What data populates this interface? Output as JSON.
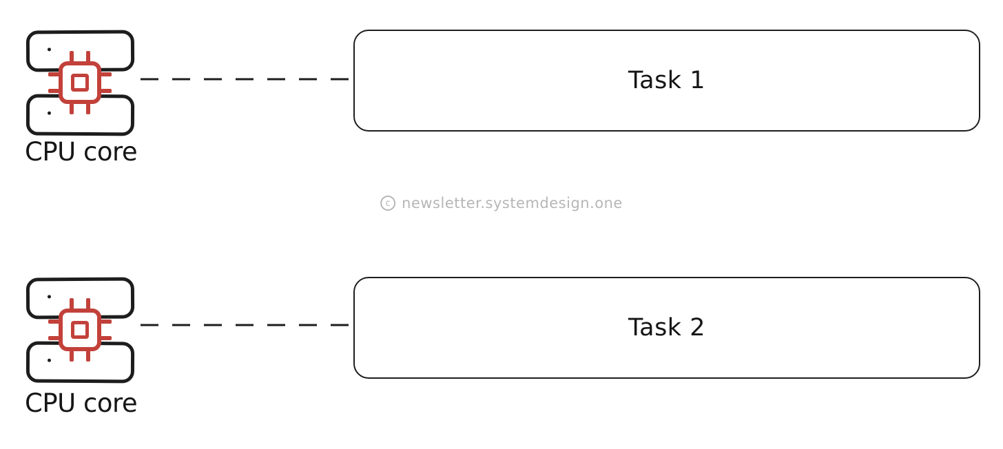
{
  "colors": {
    "background": "#ffffff",
    "stroke_black": "#1d1d1d",
    "chip_red": "#c2413a",
    "text_black": "#161616",
    "watermark_gray": "#b6b6b6"
  },
  "rows": [
    {
      "cpu_label": "CPU core",
      "task_label": "Task 1"
    },
    {
      "cpu_label": "CPU core",
      "task_label": "Task 2"
    }
  ],
  "watermark": {
    "symbol": "c",
    "text": "newsletter.systemdesign.one"
  }
}
